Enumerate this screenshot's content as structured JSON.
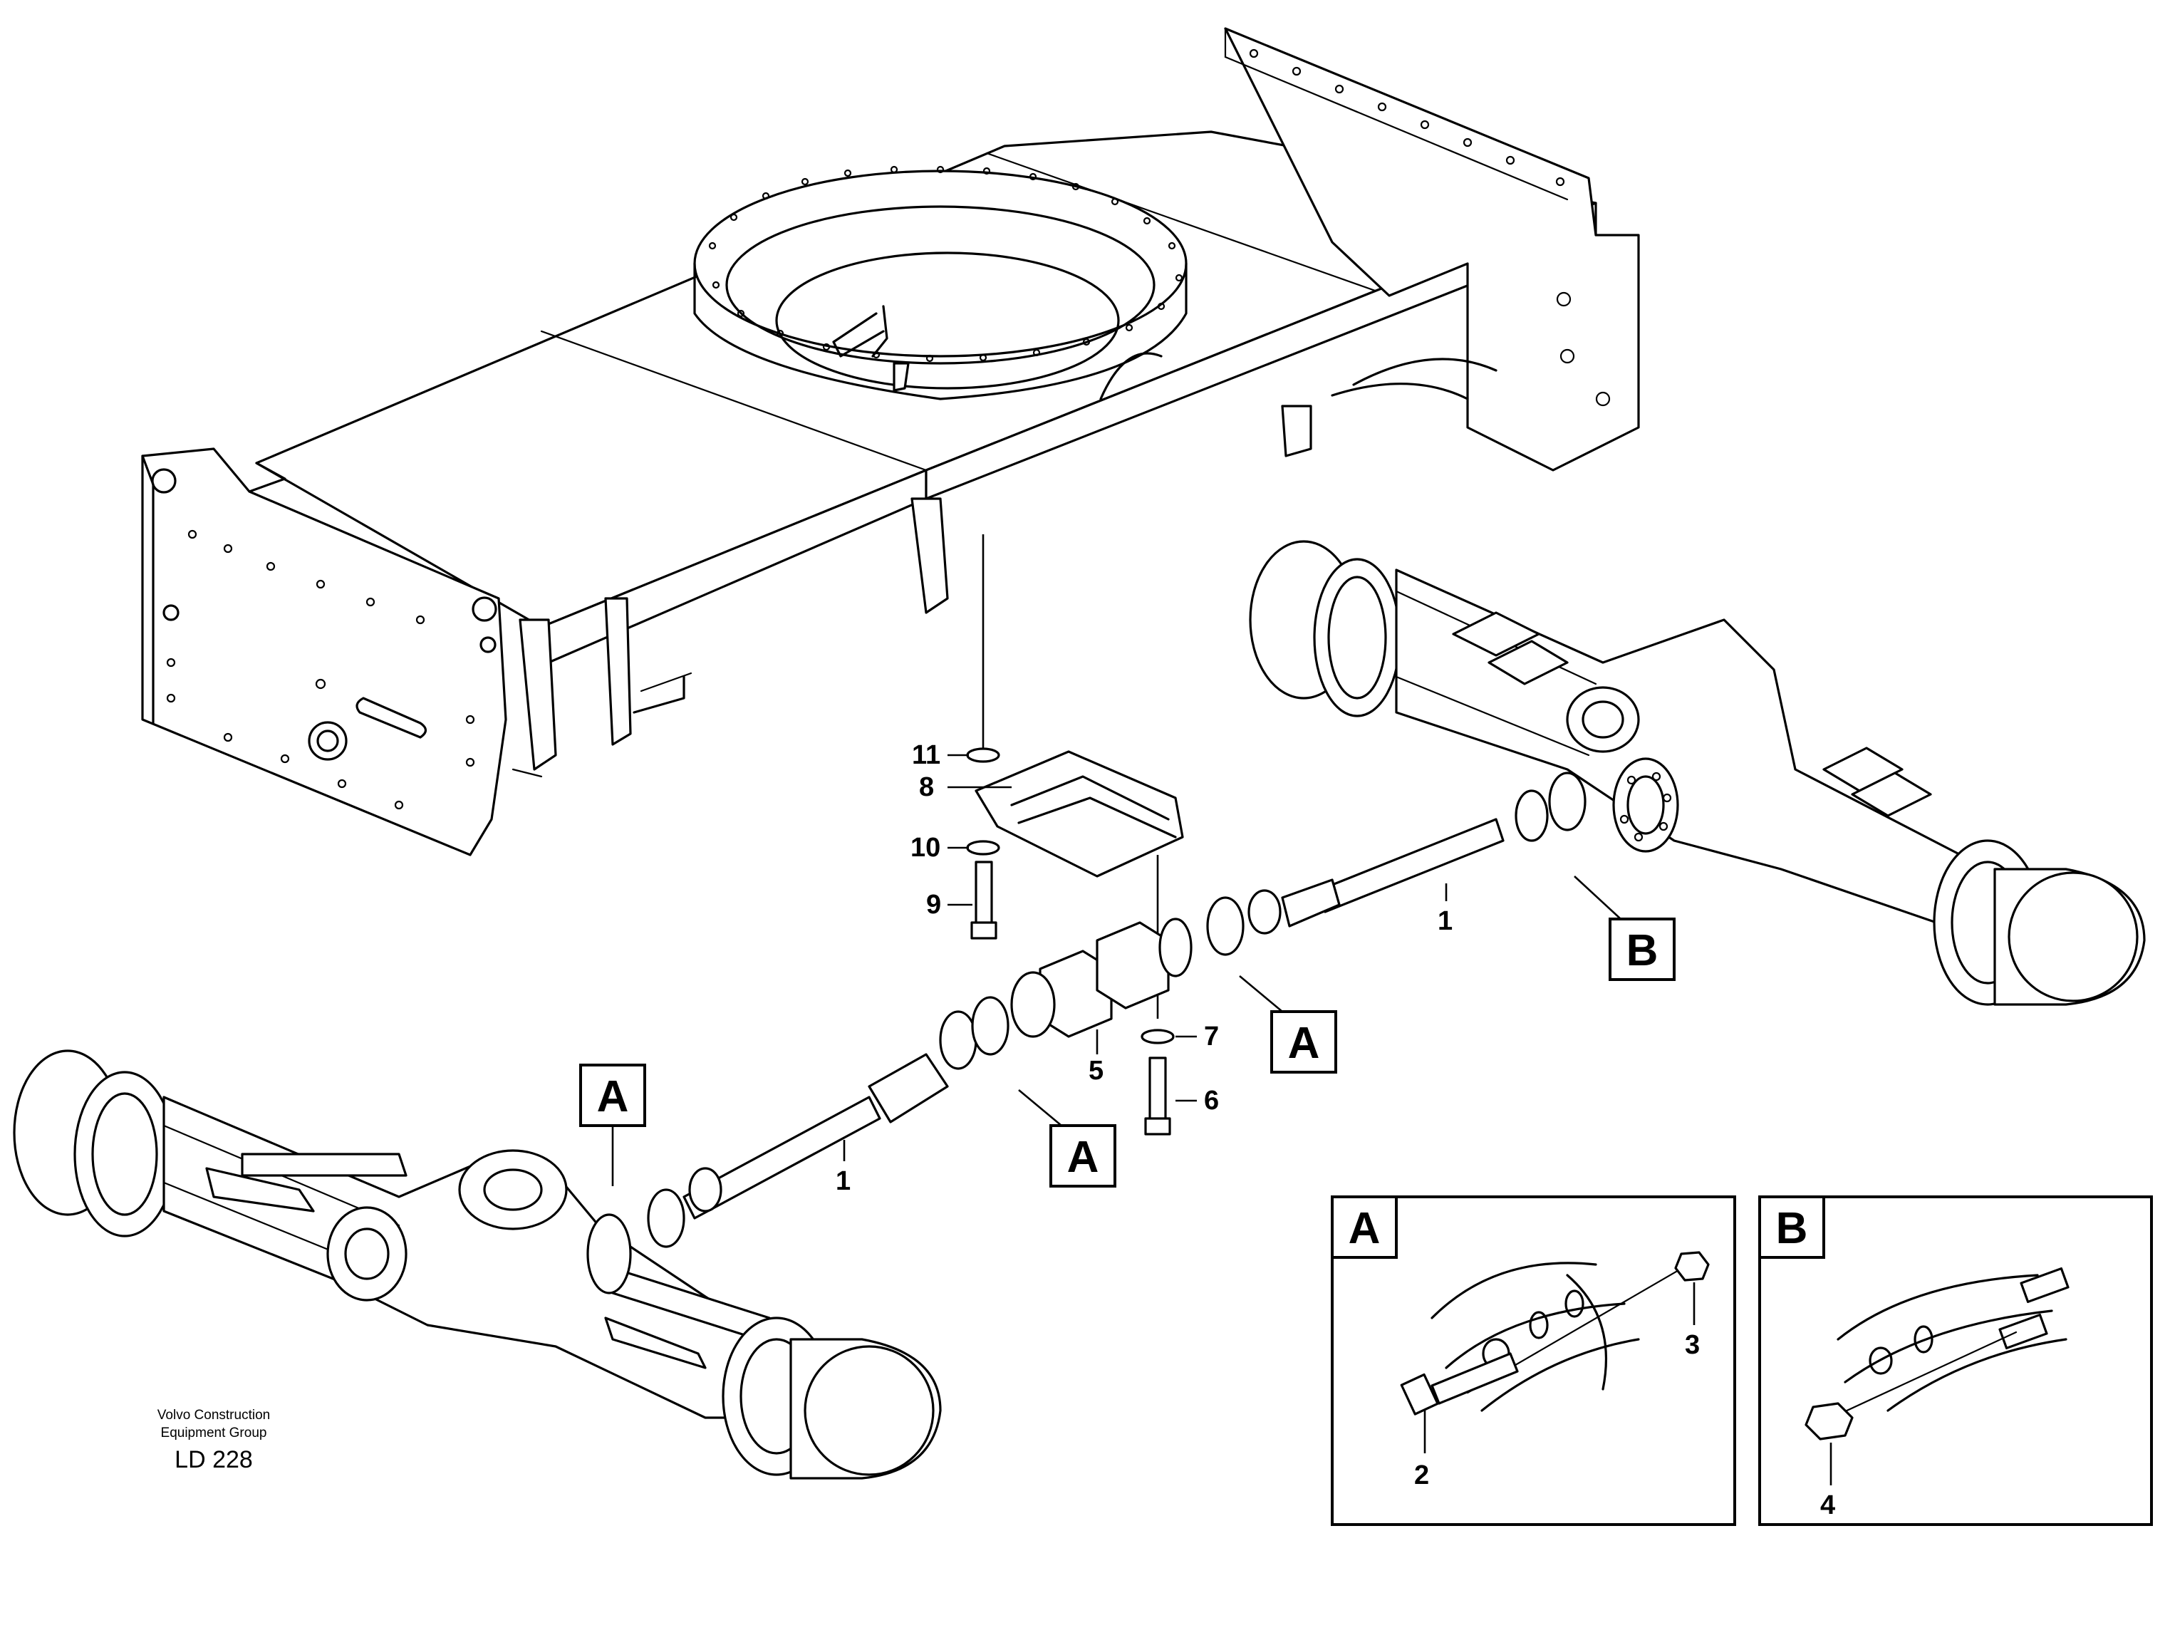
{
  "callouts": {
    "n1a": "1",
    "n1b": "1",
    "n2": "2",
    "n3": "3",
    "n4": "4",
    "n5": "5",
    "n6": "6",
    "n7": "7",
    "n8": "8",
    "n9": "9",
    "n10": "10",
    "n11": "11"
  },
  "section_labels": {
    "a_front_axle": "A",
    "a_mid_left": "A",
    "a_mid_right": "A",
    "b_rear_axle": "B"
  },
  "detail_views": {
    "a_title": "A",
    "b_title": "B"
  },
  "footer": {
    "company_line1": "Volvo Construction",
    "company_line2": "Equipment Group",
    "drawing_code": "LD 228"
  }
}
